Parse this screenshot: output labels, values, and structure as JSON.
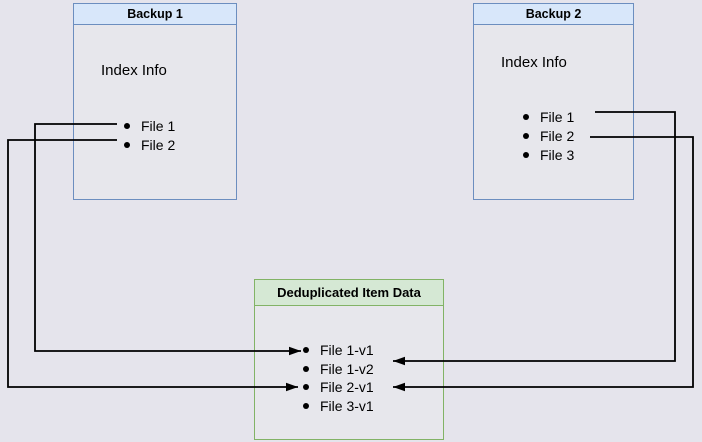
{
  "diagram": {
    "backup1": {
      "title": "Backup 1",
      "body_label": "Index Info",
      "files": [
        "File 1",
        "File 2"
      ]
    },
    "backup2": {
      "title": "Backup 2",
      "body_label": "Index Info",
      "files": [
        "File 1",
        "File 2",
        "File 3"
      ]
    },
    "dedup": {
      "title": "Deduplicated Item Data",
      "items": [
        "File 1-v1",
        "File 1-v2",
        "File 2-v1",
        "File 3-v1"
      ]
    },
    "connections": [
      {
        "from": "Backup 1 / File 1",
        "to": "File 1-v1"
      },
      {
        "from": "Backup 1 / File 2",
        "to": "File 2-v1"
      },
      {
        "from": "Backup 2 / File 1",
        "to": "File 1-v2"
      },
      {
        "from": "Backup 2 / File 2",
        "to": "File 2-v1"
      }
    ],
    "colors": {
      "background": "#e5e4ec",
      "blue_header_fill": "#d8e7fa",
      "blue_border": "#6c8ebf",
      "green_header_fill": "#d5e8d4",
      "green_border": "#82b366",
      "connector": "#000000"
    }
  }
}
